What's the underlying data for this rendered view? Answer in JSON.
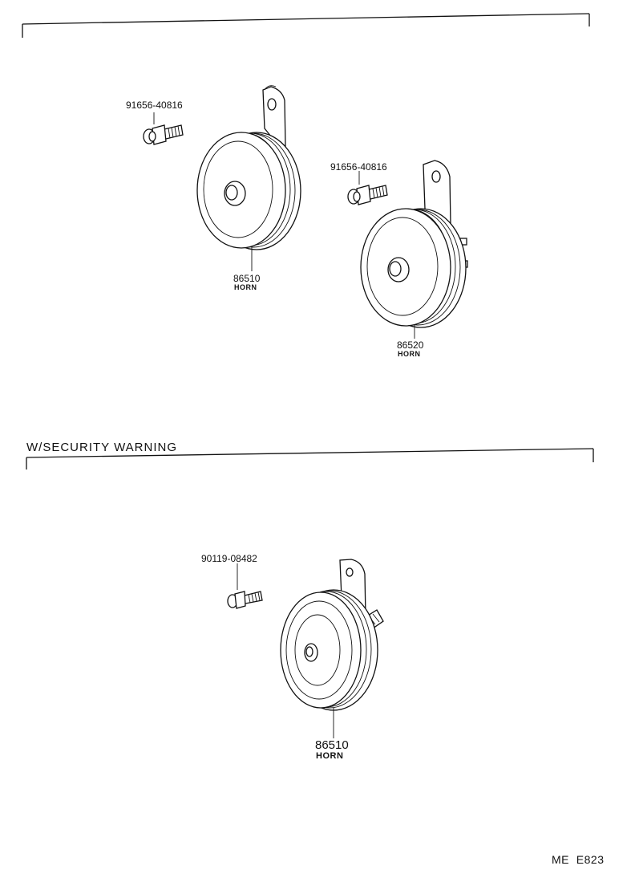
{
  "diagram": {
    "top_section": {
      "bolt_left": {
        "part_number": "91656-40816"
      },
      "horn_left": {
        "part_number": "86510",
        "name": "HORN"
      },
      "bolt_right": {
        "part_number": "91656-40816"
      },
      "horn_right": {
        "part_number": "86520",
        "name": "HORN"
      }
    },
    "security_section": {
      "title": "W/SECURITY WARNING",
      "bolt": {
        "part_number": "90119-08482"
      },
      "horn": {
        "part_number": "86510",
        "name": "HORN"
      }
    },
    "footer": {
      "code": "ME  E823"
    }
  }
}
